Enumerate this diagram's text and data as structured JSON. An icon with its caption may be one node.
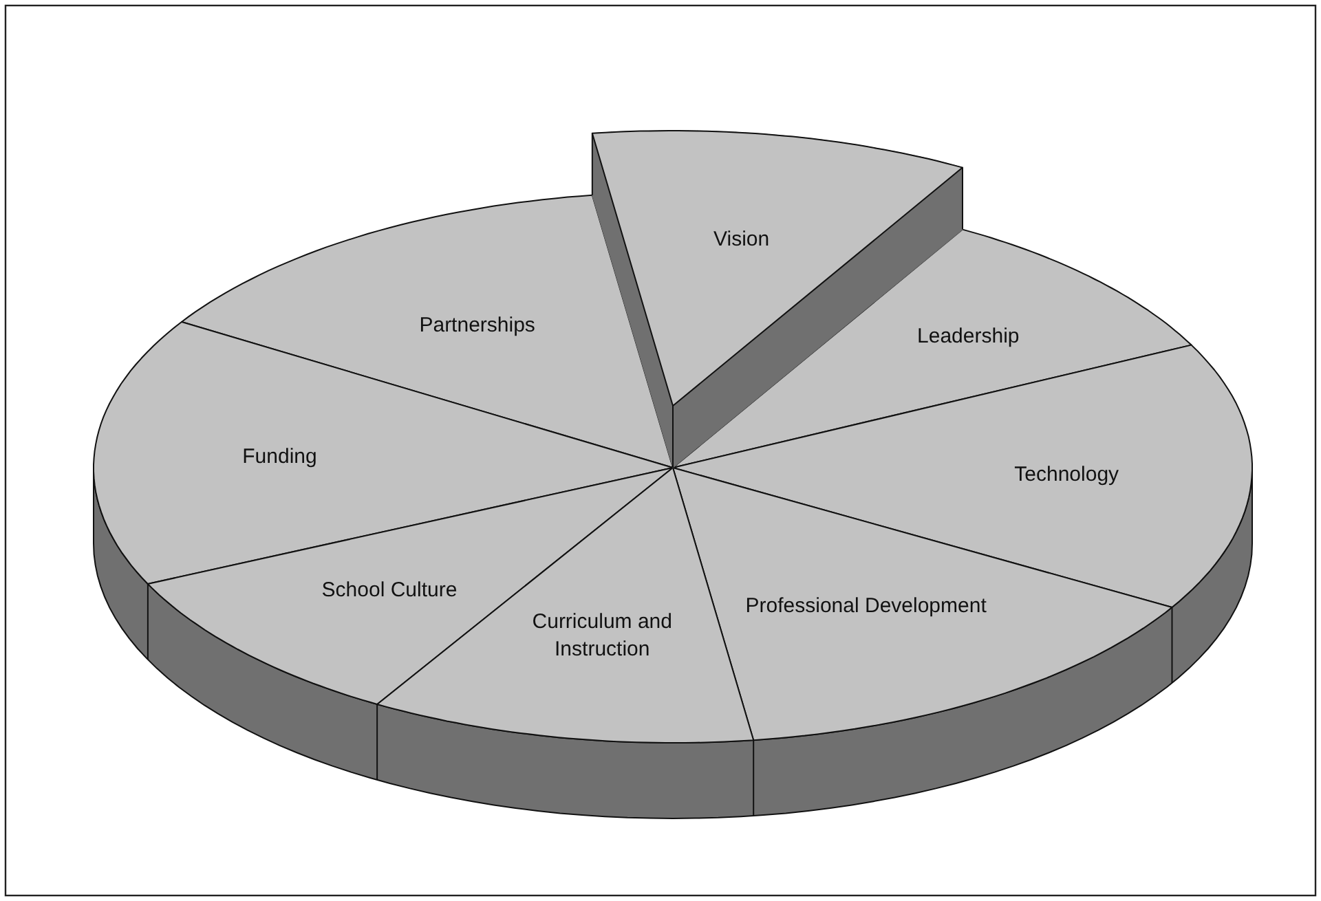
{
  "diagram": {
    "nodes": [
      {
        "text": [
          "Vision"
        ]
      },
      {
        "text": [
          "Partnerships"
        ]
      },
      {
        "text": [
          "Leadership"
        ]
      },
      {
        "text": [
          "Funding"
        ]
      },
      {
        "text": [
          "Technology"
        ]
      },
      {
        "text": [
          "School Culture"
        ]
      },
      {
        "text": [
          "Professional Development"
        ]
      },
      {
        "text": [
          "Curriculum and Instruction"
        ]
      }
    ]
  }
}
